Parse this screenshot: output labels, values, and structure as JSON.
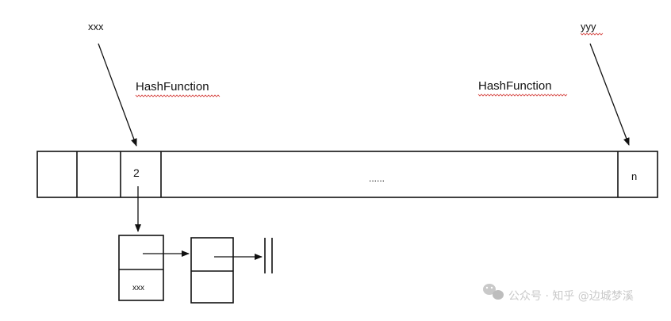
{
  "diagram": {
    "key_left": "xxx",
    "key_right": "yyy",
    "hash_left": "HashFunction",
    "hash_right": "HashFunction",
    "bucket_index": "2",
    "bucket_last": "n",
    "ellipsis": "......",
    "node_value": "xxx"
  },
  "watermark": {
    "text": "公众号 · 知乎 @边城梦溪"
  },
  "colors": {
    "ink": "#111111",
    "spellcheck_underline": "#d9534f",
    "watermark": "#c9c9c9"
  }
}
